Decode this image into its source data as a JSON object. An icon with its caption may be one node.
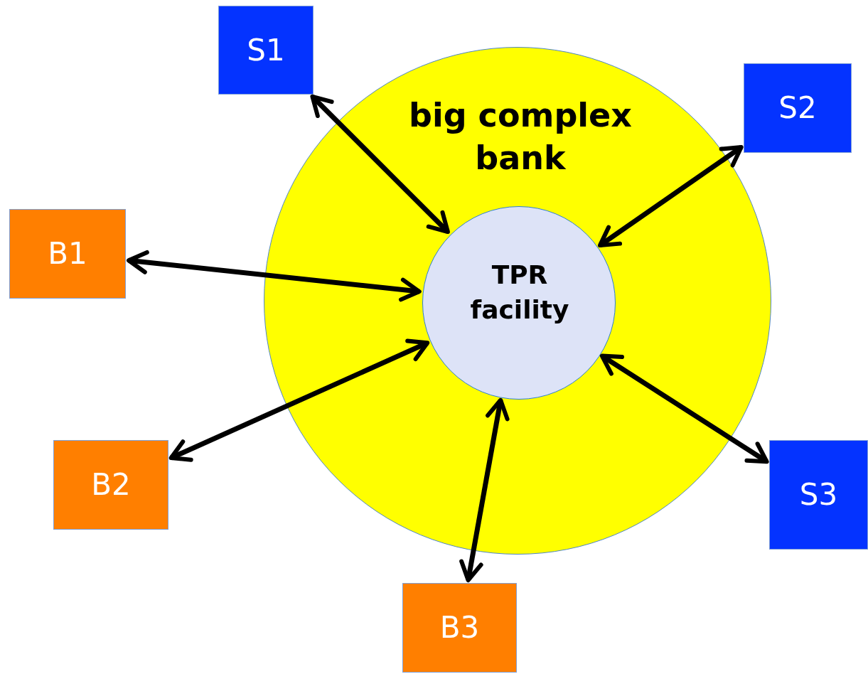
{
  "diagram": {
    "nodes": [
      {
        "text": [
          "S1"
        ]
      },
      {
        "text": [
          "S2"
        ]
      },
      {
        "text": [
          "big complex bank"
        ]
      },
      {
        "text": [
          "TPR facility"
        ],
        "in": 2
      },
      {
        "text": [
          "B1"
        ]
      },
      {
        "text": [
          "B2"
        ]
      },
      {
        "text": [
          "S3"
        ]
      },
      {
        "text": [
          "B3"
        ]
      }
    ],
    "edges": [
      {
        "from": 0,
        "to": 3,
        "arrow": "both"
      },
      {
        "from": 1,
        "to": 3,
        "arrow": "both"
      },
      {
        "from": 4,
        "to": 3,
        "arrow": "both"
      },
      {
        "from": 5,
        "to": 3,
        "arrow": "both"
      },
      {
        "from": 6,
        "to": 3,
        "arrow": "both"
      },
      {
        "from": 7,
        "to": 3,
        "arrow": "both"
      }
    ]
  }
}
